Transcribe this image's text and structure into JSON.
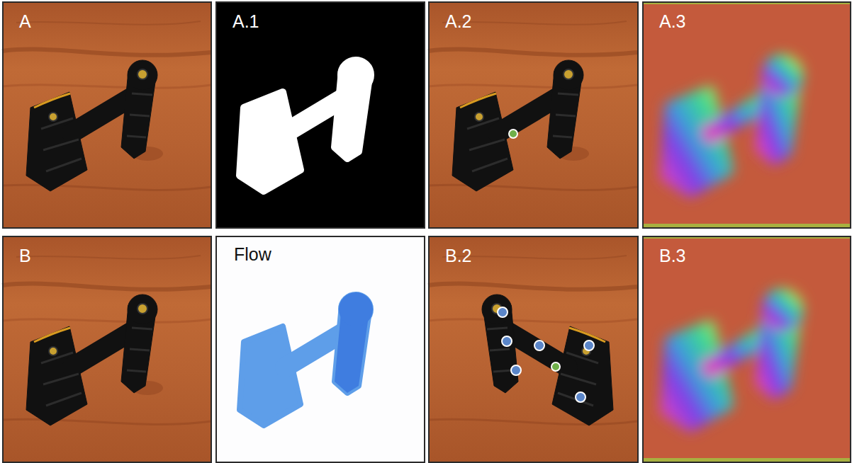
{
  "diagram": {
    "nodes": [
      {
        "text": [
          "A"
        ]
      },
      {
        "text": [
          "A.1"
        ]
      },
      {
        "text": [
          "A.2"
        ]
      },
      {
        "text": [
          "A.3"
        ]
      },
      {
        "text": [
          "B"
        ]
      },
      {
        "text": [
          "Flow"
        ]
      },
      {
        "text": [
          "B.2"
        ]
      },
      {
        "text": [
          "B.3"
        ]
      }
    ]
  }
}
